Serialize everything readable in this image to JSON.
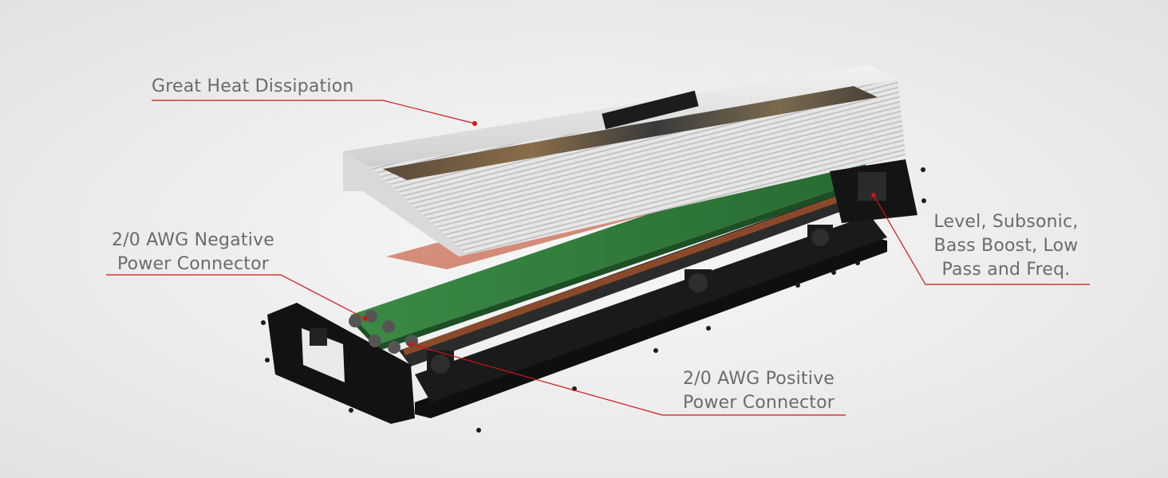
{
  "callouts": {
    "heat": {
      "text": "Great Heat Dissipation"
    },
    "negative": {
      "lines": [
        "2/0 AWG Negative",
        "Power Connector"
      ]
    },
    "level": {
      "lines": [
        "Level, Subsonic,",
        "Bass Boost, Low",
        "Pass and Freq."
      ]
    },
    "positive": {
      "lines": [
        "2/0 AWG Positive",
        "Power Connector"
      ]
    }
  },
  "colors": {
    "callout_line": "#d01418",
    "callout_text": "#6b6b6b",
    "heatsink": "#e4e4e4",
    "thermal_pad": "#d58a77",
    "pcb": "#2f7a3a",
    "chassis": "#141414"
  }
}
